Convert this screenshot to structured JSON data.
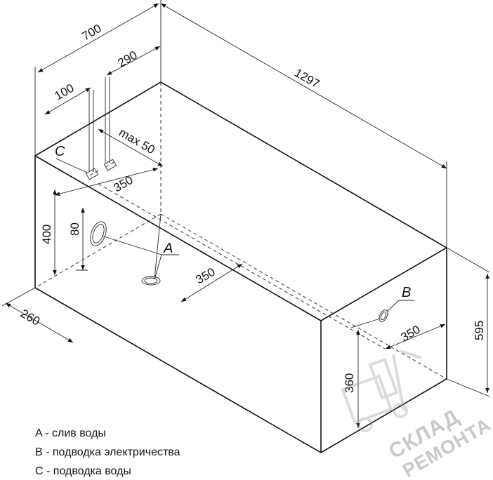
{
  "dimensions": {
    "d700": "700",
    "d290": "290",
    "d100": "100",
    "d1297": "1297",
    "dmax50": "max 50",
    "d350_top": "350",
    "d400": "400",
    "d80": "80",
    "d350_mid": "350",
    "d260": "260",
    "d350_right": "350",
    "d595": "595",
    "d360": "360"
  },
  "labels": {
    "a": "A",
    "b": "B",
    "c": "C"
  },
  "legend": [
    "A - слив воды",
    "B - подводка электричества",
    "C - подводка воды"
  ],
  "watermark": {
    "line1": "СКЛАД",
    "line2": "РЕМОНТА"
  }
}
